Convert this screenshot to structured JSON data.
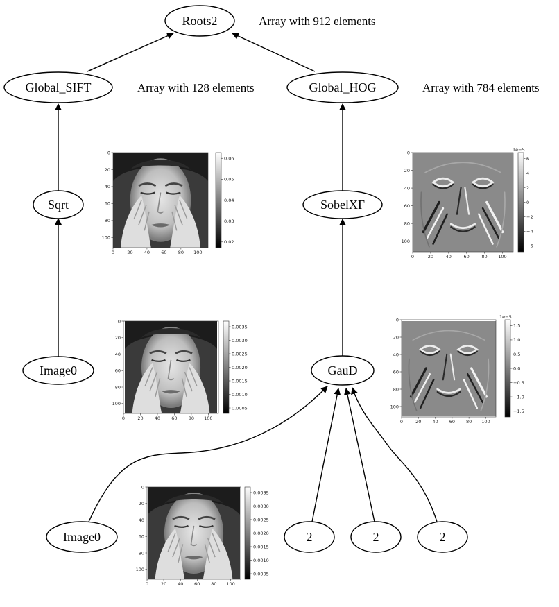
{
  "nodes": {
    "roots2": "Roots2",
    "global_sift": "Global_SIFT",
    "global_hog": "Global_HOG",
    "sqrt": "Sqrt",
    "image0_a": "Image0",
    "sobelxf": "SobelXF",
    "gaud": "GauD",
    "image0_b": "Image0",
    "const_1": "2",
    "const_2": "2",
    "const_3": "2"
  },
  "annotations": {
    "roots2": "Array with 912 elements",
    "global_sift": "Array with 128 elements",
    "global_hog": "Array with 784 elements"
  },
  "plots": {
    "sqrt_output": {
      "image": "face-grayscale",
      "x_ticks": [
        "0",
        "20",
        "40",
        "60",
        "80",
        "100"
      ],
      "y_ticks": [
        "0",
        "20",
        "40",
        "60",
        "80",
        "100"
      ],
      "colorbar_ticks": [
        "0.06",
        "0.05",
        "0.04",
        "0.03",
        "0.02"
      ],
      "colorbar_scale": ""
    },
    "image0_a_output": {
      "image": "face-grayscale",
      "x_ticks": [
        "0",
        "20",
        "40",
        "60",
        "80",
        "100"
      ],
      "y_ticks": [
        "0",
        "20",
        "40",
        "60",
        "80",
        "100"
      ],
      "colorbar_ticks": [
        "0.0035",
        "0.0030",
        "0.0025",
        "0.0020",
        "0.0015",
        "0.0010",
        "0.0005"
      ],
      "colorbar_scale": ""
    },
    "sobelxf_output": {
      "image": "edge-filtered-face",
      "x_ticks": [
        "0",
        "20",
        "40",
        "60",
        "80",
        "100"
      ],
      "y_ticks": [
        "0",
        "20",
        "40",
        "60",
        "80",
        "100"
      ],
      "colorbar_ticks": [
        "6",
        "4",
        "2",
        "0",
        "−2",
        "−4",
        "−6"
      ],
      "colorbar_scale": "1e−5"
    },
    "gaud_output": {
      "image": "edge-filtered-face",
      "x_ticks": [
        "0",
        "20",
        "40",
        "60",
        "80",
        "100"
      ],
      "y_ticks": [
        "0",
        "20",
        "40",
        "60",
        "80",
        "100"
      ],
      "colorbar_ticks": [
        "1.5",
        "1.0",
        "0.5",
        "0.0",
        "−0.5",
        "−1.0",
        "−1.5"
      ],
      "colorbar_scale": "1e−5"
    },
    "image0_b_output": {
      "image": "face-grayscale",
      "x_ticks": [
        "0",
        "20",
        "40",
        "60",
        "80",
        "100"
      ],
      "y_ticks": [
        "0",
        "20",
        "40",
        "60",
        "80",
        "100"
      ],
      "colorbar_ticks": [
        "0.0035",
        "0.0030",
        "0.0025",
        "0.0020",
        "0.0015",
        "0.0010",
        "0.0005"
      ],
      "colorbar_scale": ""
    }
  }
}
